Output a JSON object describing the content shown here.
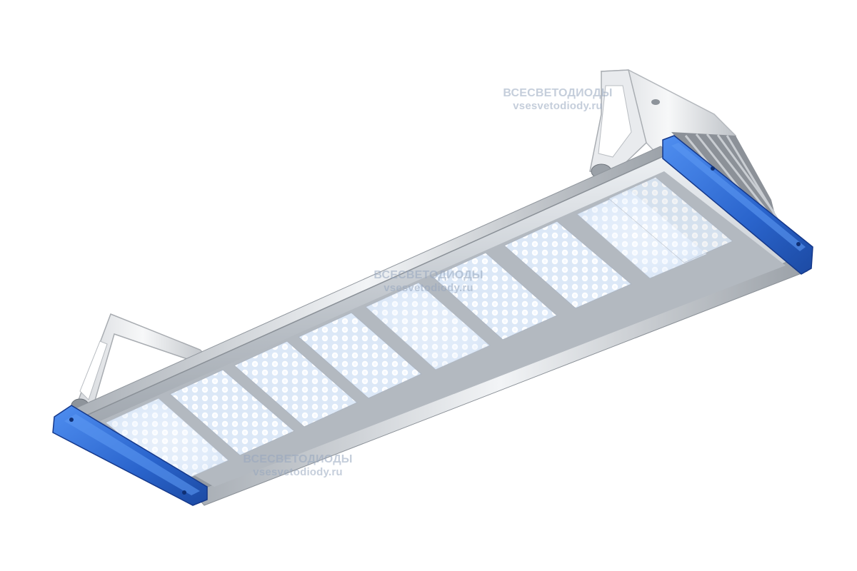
{
  "watermarks": [
    {
      "brand": "ВСЕСВЕТОДИОДЫ",
      "site": "vsesvetodiody.ru"
    },
    {
      "brand": "ВСЕСВЕТОДИОДЫ",
      "site": "vsesvetodiody.ru"
    },
    {
      "brand": "ВСЕСВЕТОДИОДЫ",
      "site": "vsesvetodiody.ru"
    }
  ],
  "product": {
    "led_module_count": 9,
    "colors": {
      "end_caps": "#2d6fd6",
      "housing": "#c9ced4",
      "led_face": "#eef5ff",
      "bracket": "#e4e6e9"
    }
  }
}
